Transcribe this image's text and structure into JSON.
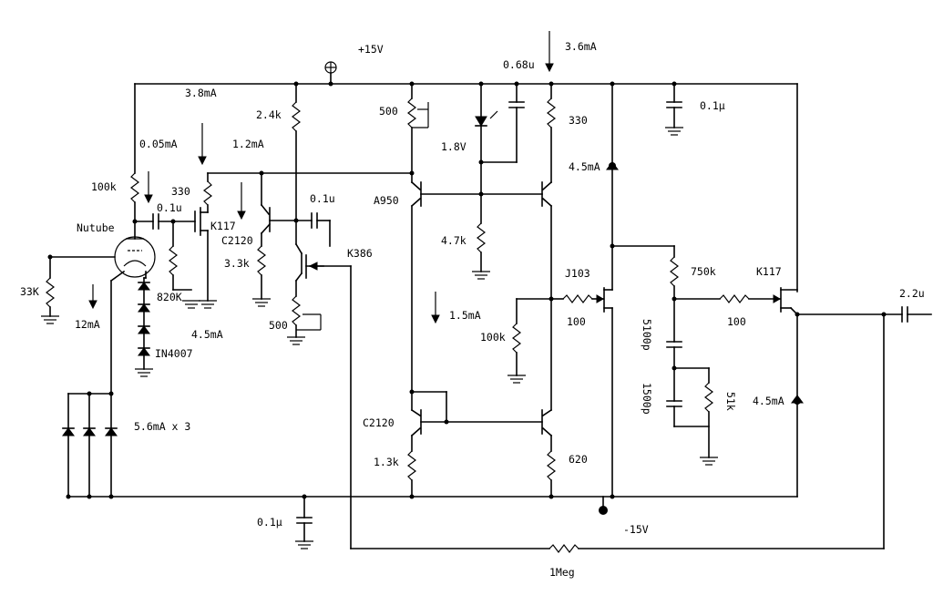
{
  "rails": {
    "positive": "+15V",
    "negative": "-15V"
  },
  "labels": {
    "cap_068u": "0.68u",
    "cur_36mA": "3.6mA",
    "cur_38mA": "3.8mA",
    "res_24k": "2.4k",
    "res_500_top": "500",
    "res_330_right": "330",
    "cap_01mu_top": "0.1μ",
    "cur_005mA": "0.05mA",
    "cur_12mA_b": "1.2mA",
    "v_18V": "1.8V",
    "cur_45mA_a": "4.5mA",
    "res_100k_a": "100k",
    "res_330_left": "330",
    "cap_01u_a": "0.1u",
    "cap_01u_b": "0.1u",
    "q_A950": "A950",
    "tube_Nutube": "Nutube",
    "q_K117_a": "K117",
    "q_C2120_a": "C2120",
    "q_K386": "K386",
    "res_47k": "4.7k",
    "res_33k_b": "3.3k",
    "res_33K": "33K",
    "res_820K": "820K",
    "q_J103": "J103",
    "res_750k": "750k",
    "q_K117_b": "K117",
    "cap_22u": "2.2u",
    "cur_12mA": "12mA",
    "res_500_bot": "500",
    "cur_15mA": "1.5mA",
    "res_100_a": "100",
    "res_100_b": "100",
    "res_100k_b": "100k",
    "cur_45mA_b": "4.5mA",
    "d_IN4007": "IN4007",
    "cap_5100p": "5100p",
    "cap_1500p": "1500p",
    "res_51k": "51k",
    "cur_45mA_c": "4.5mA",
    "q_C2120_b": "C2120",
    "cur_56mA": "5.6mA x 3",
    "res_13k": "1.3k",
    "res_620": "620",
    "cap_01mu_bot": "0.1μ",
    "res_1Meg": "1Meg"
  }
}
